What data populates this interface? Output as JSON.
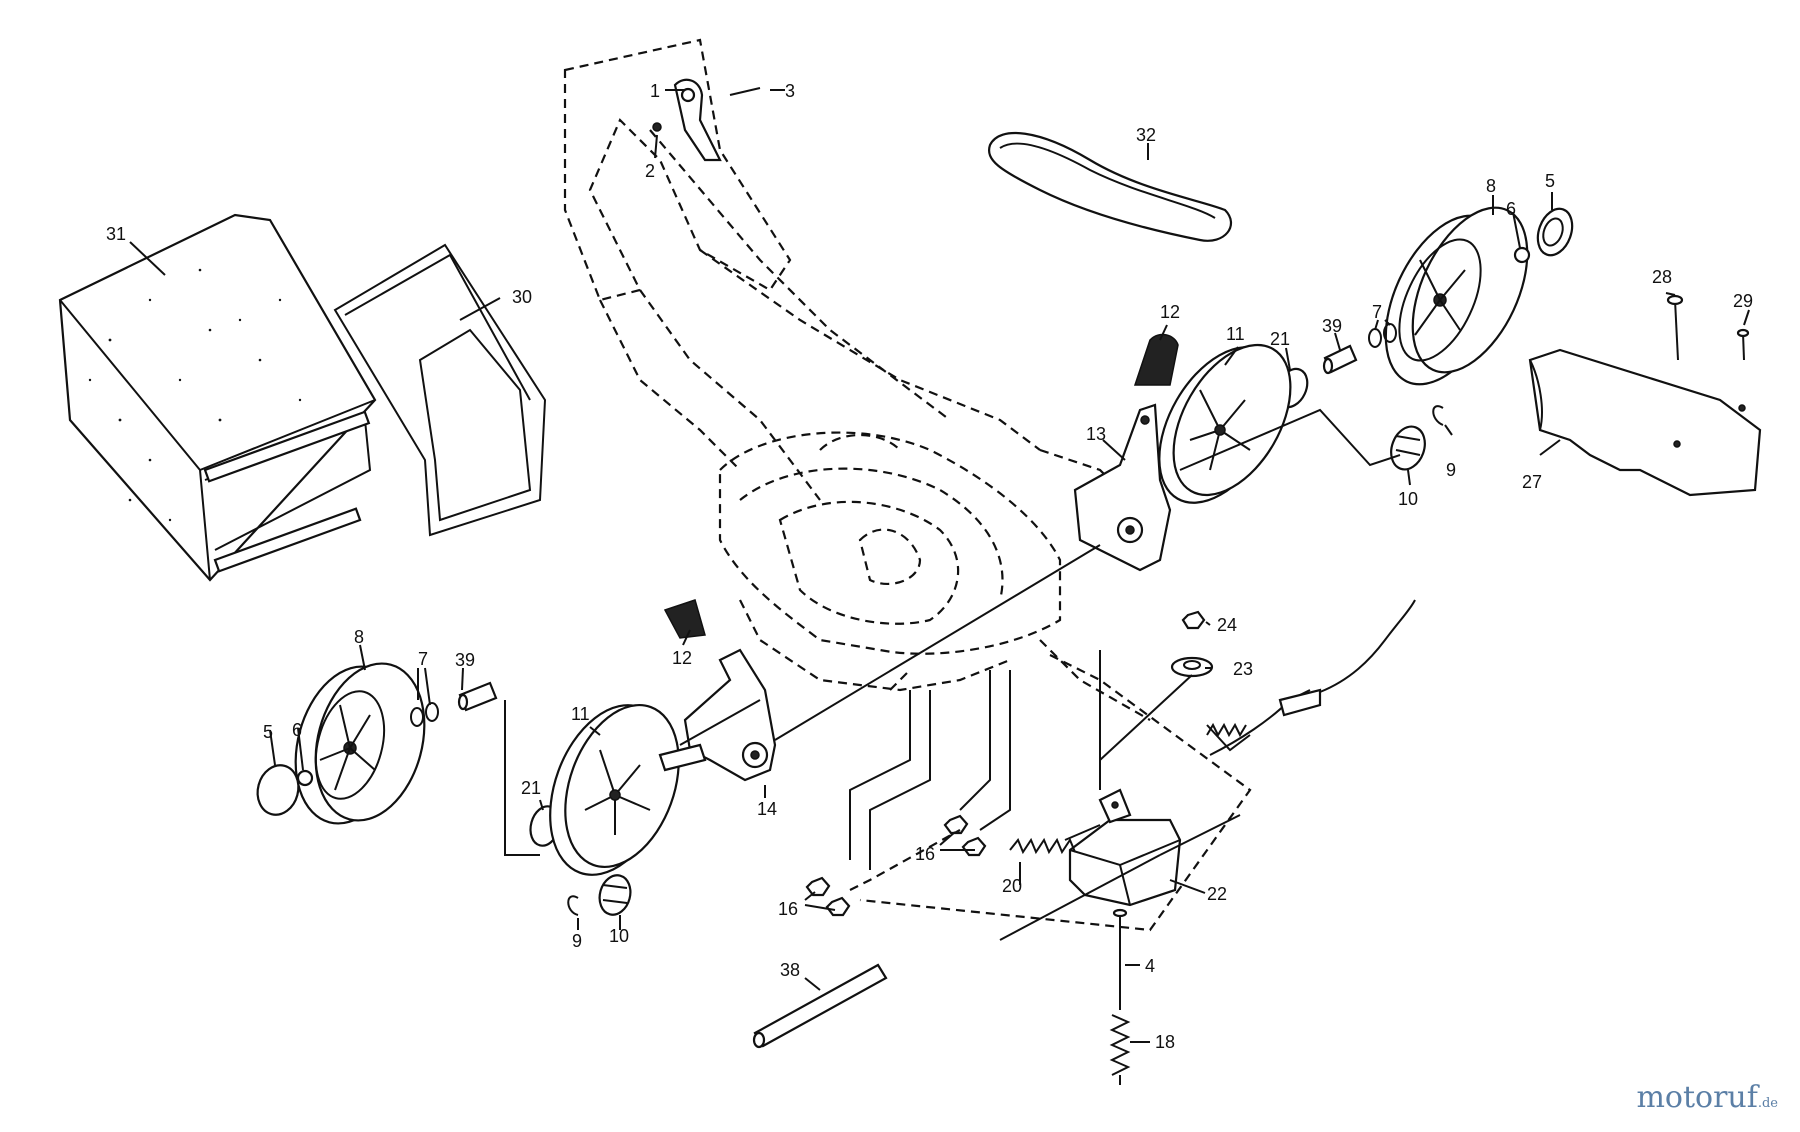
{
  "labels": {
    "p1": "1",
    "p2": "2",
    "p3": "3",
    "p4": "4",
    "p5a": "5",
    "p5b": "5",
    "p6a": "6",
    "p6b": "6",
    "p7a": "7",
    "p7b": "7",
    "p8a": "8",
    "p8b": "8",
    "p9a": "9",
    "p9b": "9",
    "p10a": "10",
    "p10b": "10",
    "p11a": "11",
    "p11b": "11",
    "p12a": "12",
    "p12b": "12",
    "p13": "13",
    "p14": "14",
    "p16a": "16",
    "p16b": "16",
    "p18": "18",
    "p20": "20",
    "p21a": "21",
    "p21b": "21",
    "p22": "22",
    "p23": "23",
    "p24": "24",
    "p27": "27",
    "p28": "28",
    "p29": "29",
    "p30": "30",
    "p31": "31",
    "p32": "32",
    "p38": "38",
    "p39a": "39",
    "p39b": "39"
  },
  "watermark": {
    "name": "motoruf",
    "tld": ".de"
  },
  "colors": {
    "ink": "#111111",
    "watermark_blue": "#5b7fa6",
    "watermark_orange": "#e07a1c"
  }
}
